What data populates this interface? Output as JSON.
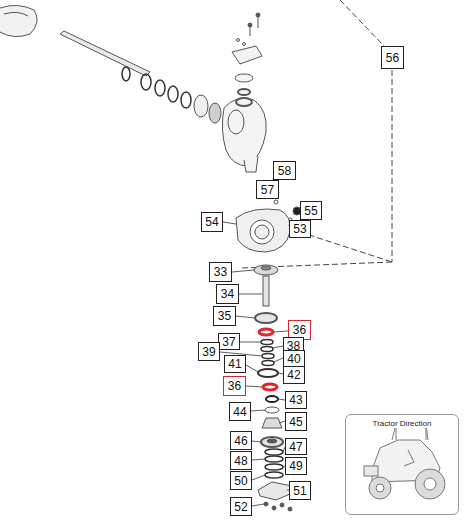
{
  "diagram": {
    "nodes": [
      {
        "text": [
          "56"
        ]
      },
      {
        "text": [
          "58"
        ]
      },
      {
        "text": [
          "57"
        ]
      },
      {
        "text": [
          "55"
        ]
      },
      {
        "text": [
          "54"
        ]
      },
      {
        "text": [
          "53"
        ]
      },
      {
        "text": [
          "33"
        ]
      },
      {
        "text": [
          "34"
        ]
      },
      {
        "text": [
          "35"
        ]
      },
      {
        "text": [
          "36"
        ]
      },
      {
        "text": [
          "37"
        ]
      },
      {
        "text": [
          "38"
        ]
      },
      {
        "text": [
          "39"
        ]
      },
      {
        "text": [
          "40"
        ]
      },
      {
        "text": [
          "41"
        ]
      },
      {
        "text": [
          "42"
        ]
      },
      {
        "text": [
          "36"
        ]
      },
      {
        "text": [
          "43"
        ]
      },
      {
        "text": [
          "44"
        ]
      },
      {
        "text": [
          "45"
        ]
      },
      {
        "text": [
          "46"
        ]
      },
      {
        "text": [
          "47"
        ]
      },
      {
        "text": [
          "48"
        ]
      },
      {
        "text": [
          "49"
        ]
      },
      {
        "text": [
          "50"
        ]
      },
      {
        "text": [
          "51"
        ]
      },
      {
        "text": [
          "52"
        ]
      },
      {
        "text": [
          "Tractor Direction"
        ]
      }
    ]
  }
}
